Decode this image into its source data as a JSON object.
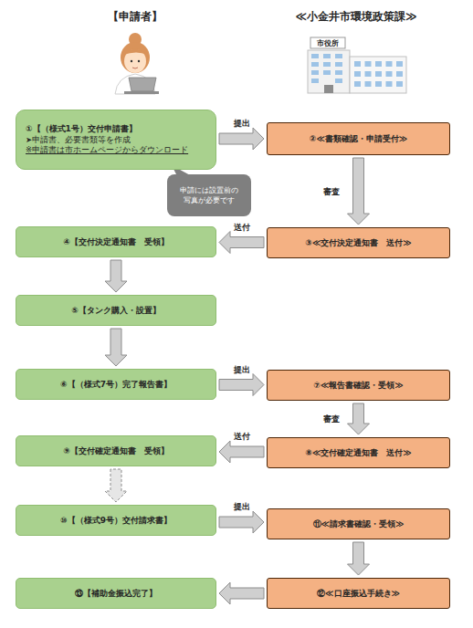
{
  "diagram": {
    "nodes": [
      {
        "text": [
          "①【（様式1号）交付申請書】",
          "➤申請書、必要書類等を作成",
          "※申請書は市ホームページからダウンロード"
        ]
      },
      {
        "text": [
          "②≪書類確認・申請受付≫"
        ]
      },
      {
        "text": [
          "申請には設置前の 写真が必要です"
        ]
      },
      {
        "text": [
          "④【交付決定通知書　受領】"
        ]
      },
      {
        "text": [
          "③≪交付決定通知書　送付≫"
        ]
      },
      {
        "text": [
          "⑤【タンク購入・設置】"
        ]
      },
      {
        "text": [
          "⑥【（様式7号）完了報告書】"
        ]
      },
      {
        "text": [
          "⑦≪報告書確認・受領≫"
        ]
      },
      {
        "text": [
          "⑨【交付確定通知書　受領】"
        ]
      },
      {
        "text": [
          "⑧≪交付確定通知書　送付≫"
        ]
      },
      {
        "text": [
          "⑩【（様式9号）交付請求書】"
        ]
      },
      {
        "text": [
          "⑪≪請求書確認・受領≫"
        ]
      },
      {
        "text": [
          "⑬【補助金振込完了】"
        ]
      },
      {
        "text": [
          "⑫≪口座振込手続き≫"
        ]
      }
    ],
    "edges": [
      {
        "from": 0,
        "to": 1,
        "label": "提出",
        "arrow": "to"
      },
      {
        "from": 1,
        "to": 4,
        "label": "審査",
        "arrow": "to"
      },
      {
        "from": 4,
        "to": 3,
        "label": "送付",
        "arrow": "to"
      },
      {
        "from": 3,
        "to": 5,
        "arrow": "to"
      },
      {
        "from": 5,
        "to": 6,
        "arrow": "to"
      },
      {
        "from": 6,
        "to": 7,
        "label": "提出",
        "arrow": "to"
      },
      {
        "from": 7,
        "to": 9,
        "label": "審査",
        "arrow": "to"
      },
      {
        "from": 9,
        "to": 8,
        "label": "送付",
        "arrow": "to"
      },
      {
        "from": 8,
        "to": 10,
        "arrow": "to"
      },
      {
        "from": 10,
        "to": 11,
        "label": "提出",
        "arrow": "to"
      },
      {
        "from": 11,
        "to": 13,
        "arrow": "to"
      },
      {
        "from": 13,
        "to": 12,
        "arrow": "to"
      }
    ],
    "labels": [
      "【申請者】",
      "≪小金井市環境政策課≫",
      "市役所"
    ]
  }
}
